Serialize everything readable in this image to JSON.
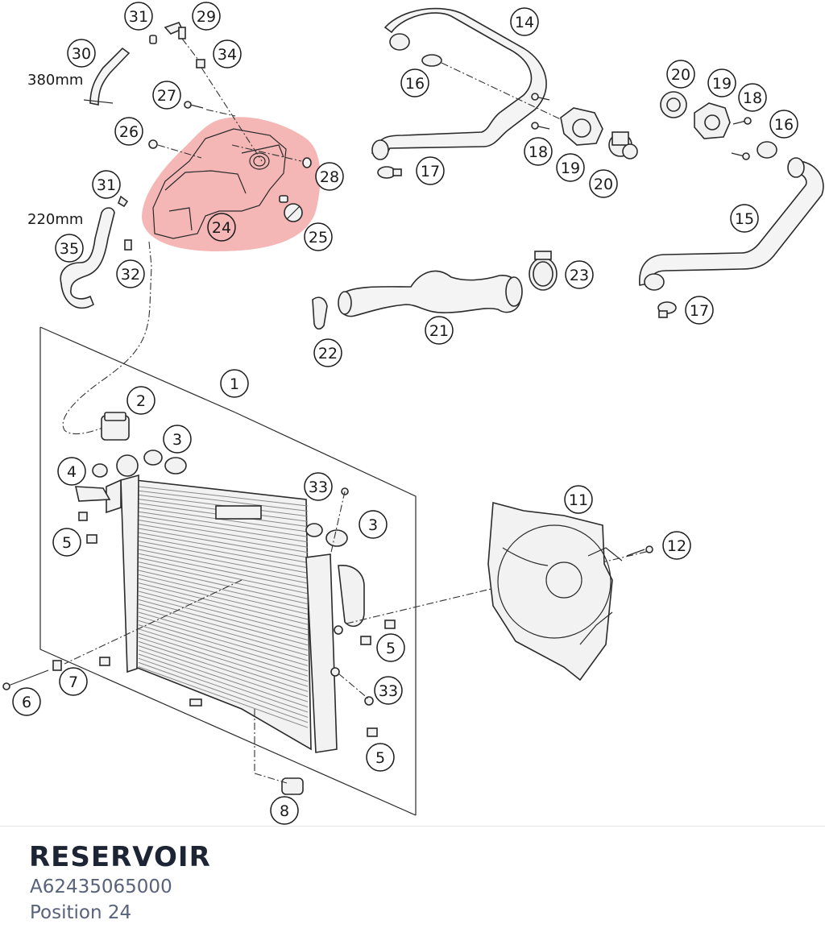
{
  "diagram": {
    "highlight_color": "#f3a9a9",
    "callouts": [
      {
        "id": "c31a",
        "label": "31"
      },
      {
        "id": "c29",
        "label": "29"
      },
      {
        "id": "c30",
        "label": "30"
      },
      {
        "id": "c34",
        "label": "34"
      },
      {
        "id": "c27",
        "label": "27"
      },
      {
        "id": "c26",
        "label": "26"
      },
      {
        "id": "c28",
        "label": "28"
      },
      {
        "id": "c31b",
        "label": "31"
      },
      {
        "id": "c24",
        "label": "24"
      },
      {
        "id": "c25",
        "label": "25"
      },
      {
        "id": "c35",
        "label": "35"
      },
      {
        "id": "c32",
        "label": "32"
      },
      {
        "id": "c14",
        "label": "14"
      },
      {
        "id": "c16a",
        "label": "16"
      },
      {
        "id": "c18a",
        "label": "18"
      },
      {
        "id": "c19a",
        "label": "19"
      },
      {
        "id": "c20a",
        "label": "20"
      },
      {
        "id": "c17a",
        "label": "17"
      },
      {
        "id": "c20b",
        "label": "20"
      },
      {
        "id": "c19b",
        "label": "19"
      },
      {
        "id": "c18b",
        "label": "18"
      },
      {
        "id": "c16b",
        "label": "16"
      },
      {
        "id": "c15",
        "label": "15"
      },
      {
        "id": "c17b",
        "label": "17"
      },
      {
        "id": "c23",
        "label": "23"
      },
      {
        "id": "c21",
        "label": "21"
      },
      {
        "id": "c22",
        "label": "22"
      },
      {
        "id": "c1",
        "label": "1"
      },
      {
        "id": "c2",
        "label": "2"
      },
      {
        "id": "c3a",
        "label": "3"
      },
      {
        "id": "c4",
        "label": "4"
      },
      {
        "id": "c5a",
        "label": "5"
      },
      {
        "id": "c33a",
        "label": "33"
      },
      {
        "id": "c3b",
        "label": "3"
      },
      {
        "id": "c11",
        "label": "11"
      },
      {
        "id": "c12",
        "label": "12"
      },
      {
        "id": "c5b",
        "label": "5"
      },
      {
        "id": "c7",
        "label": "7"
      },
      {
        "id": "c6",
        "label": "6"
      },
      {
        "id": "c33b",
        "label": "33"
      },
      {
        "id": "c5c",
        "label": "5"
      },
      {
        "id": "c8",
        "label": "8"
      }
    ],
    "length_labels": [
      "380mm",
      "220mm"
    ]
  },
  "footer": {
    "part_name": "RESERVOIR",
    "part_number": "A62435065000",
    "position": "Position 24"
  }
}
